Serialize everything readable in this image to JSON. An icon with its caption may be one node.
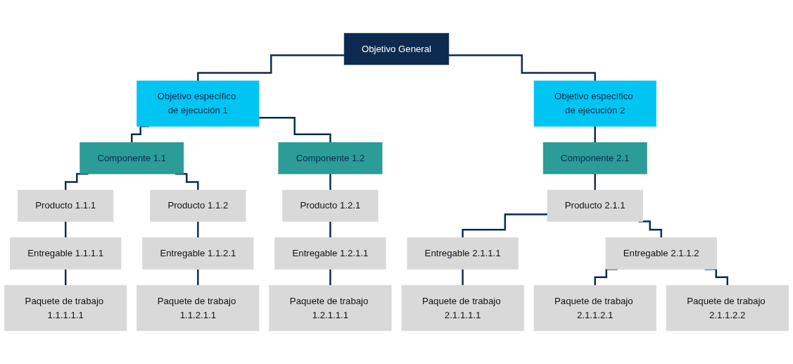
{
  "diagram": {
    "nodes": [
      {
        "text": [
          "Objetivo General"
        ]
      },
      {
        "text": [
          "Objetivo específico de ejecución 1"
        ]
      },
      {
        "text": [
          "Objetivo específico de ejecución 2"
        ]
      },
      {
        "text": [
          "Componente 1.1"
        ]
      },
      {
        "text": [
          "Componente 1.2"
        ]
      },
      {
        "text": [
          "Componente 2.1"
        ]
      },
      {
        "text": [
          "Producto 1.1.1"
        ]
      },
      {
        "text": [
          "Producto 1.1.2"
        ]
      },
      {
        "text": [
          "Producto 1.2.1"
        ]
      },
      {
        "text": [
          "Producto 2.1.1"
        ]
      },
      {
        "text": [
          "Entregable 1.1.1.1"
        ]
      },
      {
        "text": [
          "Entregable 1.1.2.1"
        ]
      },
      {
        "text": [
          "Entregable 1.2.1.1"
        ]
      },
      {
        "text": [
          "Entregable 2.1.1.1"
        ]
      },
      {
        "text": [
          "Entregable 2.1.1.2"
        ]
      },
      {
        "text": [
          "Paquete de trabajo 1.1.1.1.1"
        ]
      },
      {
        "text": [
          "Paquete de trabajo 1.1.2.1.1"
        ]
      },
      {
        "text": [
          "Paquete de trabajo 1.2.1.1.1"
        ]
      },
      {
        "text": [
          "Paquete de trabajo 2.1.1.1.1"
        ]
      },
      {
        "text": [
          "Paquete de trabajo 2.1.1.2.1"
        ]
      },
      {
        "text": [
          "Paquete de trabajo 2.1.1.2.2"
        ]
      }
    ],
    "edges": [
      {
        "from": 0,
        "to": 1,
        "arrow": "none"
      },
      {
        "from": 0,
        "to": 2,
        "arrow": "none"
      },
      {
        "from": 1,
        "to": 3,
        "arrow": "none"
      },
      {
        "from": 1,
        "to": 4,
        "arrow": "none"
      },
      {
        "from": 2,
        "to": 5,
        "arrow": "none"
      },
      {
        "from": 3,
        "to": 6,
        "arrow": "none"
      },
      {
        "from": 3,
        "to": 7,
        "arrow": "none"
      },
      {
        "from": 4,
        "to": 8,
        "arrow": "none"
      },
      {
        "from": 5,
        "to": 9,
        "arrow": "none"
      },
      {
        "from": 6,
        "to": 10,
        "arrow": "none"
      },
      {
        "from": 7,
        "to": 11,
        "arrow": "none"
      },
      {
        "from": 8,
        "to": 12,
        "arrow": "none"
      },
      {
        "from": 9,
        "to": 13,
        "arrow": "none"
      },
      {
        "from": 9,
        "to": 14,
        "arrow": "none"
      },
      {
        "from": 10,
        "to": 15,
        "arrow": "none"
      },
      {
        "from": 11,
        "to": 16,
        "arrow": "none"
      },
      {
        "from": 12,
        "to": 17,
        "arrow": "none"
      },
      {
        "from": 13,
        "to": 18,
        "arrow": "none"
      },
      {
        "from": 14,
        "to": 19,
        "arrow": "none"
      },
      {
        "from": 14,
        "to": 20,
        "arrow": "none"
      }
    ]
  }
}
